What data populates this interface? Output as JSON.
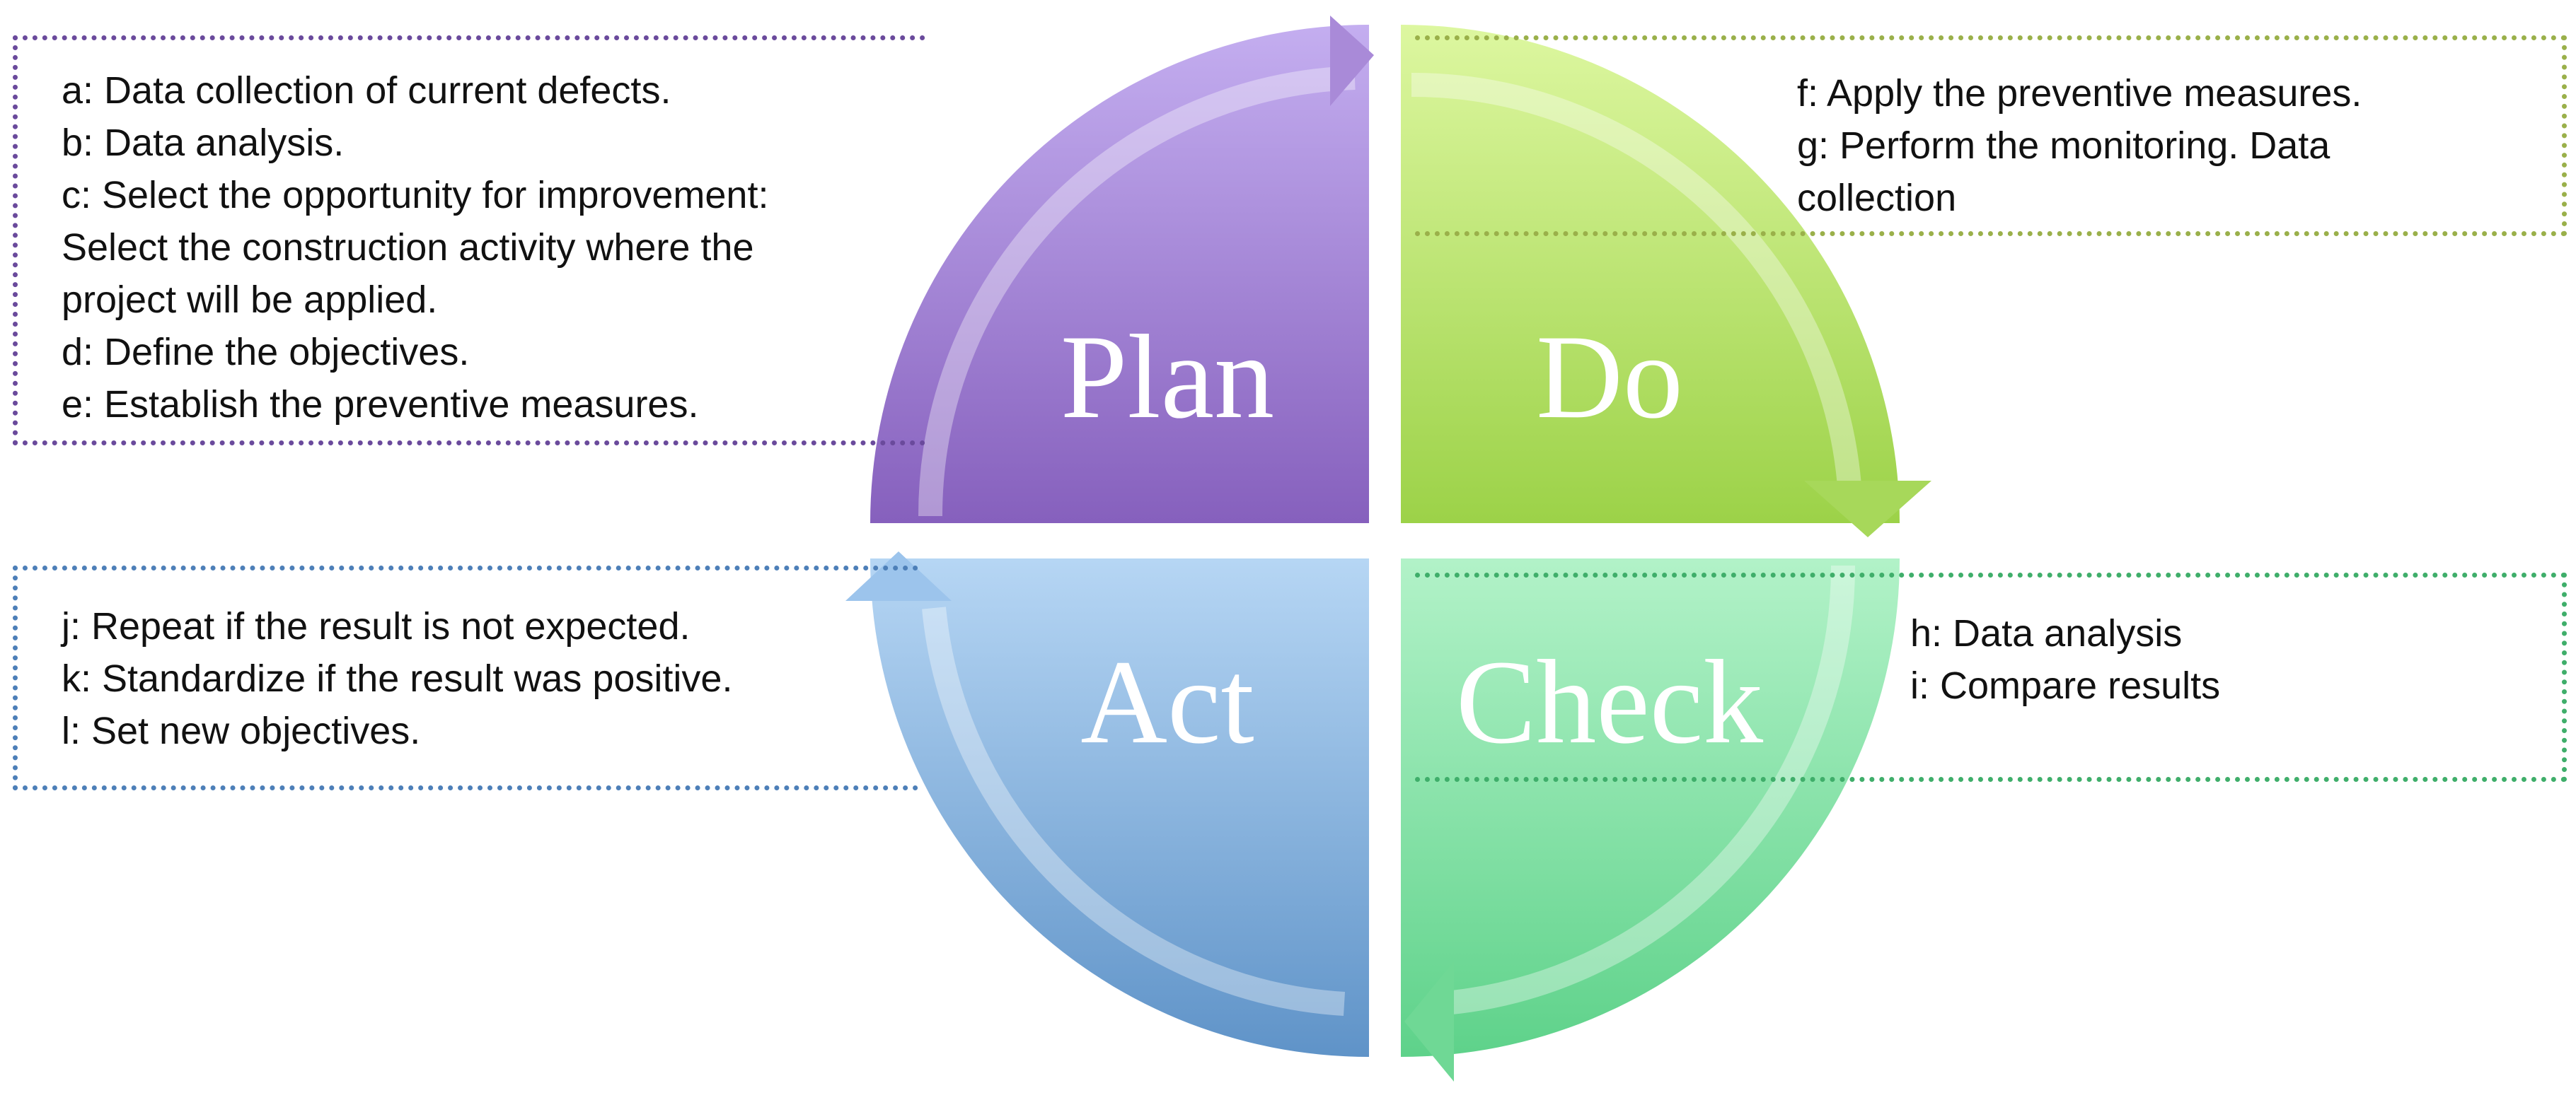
{
  "quadrants": {
    "plan": {
      "label": "Plan",
      "color": "#9b7fce"
    },
    "do": {
      "label": "Do",
      "color": "#b4e06a"
    },
    "check": {
      "label": "Check",
      "color": "#7fe0a6"
    },
    "act": {
      "label": "Act",
      "color": "#86b3e0"
    }
  },
  "notes": {
    "plan": [
      "a: Data collection of current defects.",
      "b: Data analysis.",
      "c: Select the opportunity for improvement:",
      "Select the construction activity where the",
      "project will be applied.",
      "d:  Define the objectives.",
      "e: Establish the preventive measures."
    ],
    "do": [
      "f: Apply the preventive measures.",
      "g: Perform the monitoring. Data",
      "collection"
    ],
    "check": [
      "h: Data analysis",
      "i: Compare results"
    ],
    "act": [
      "j: Repeat if the result is not expected.",
      "k: Standardize if the result was positive.",
      "l: Set new objectives."
    ]
  }
}
